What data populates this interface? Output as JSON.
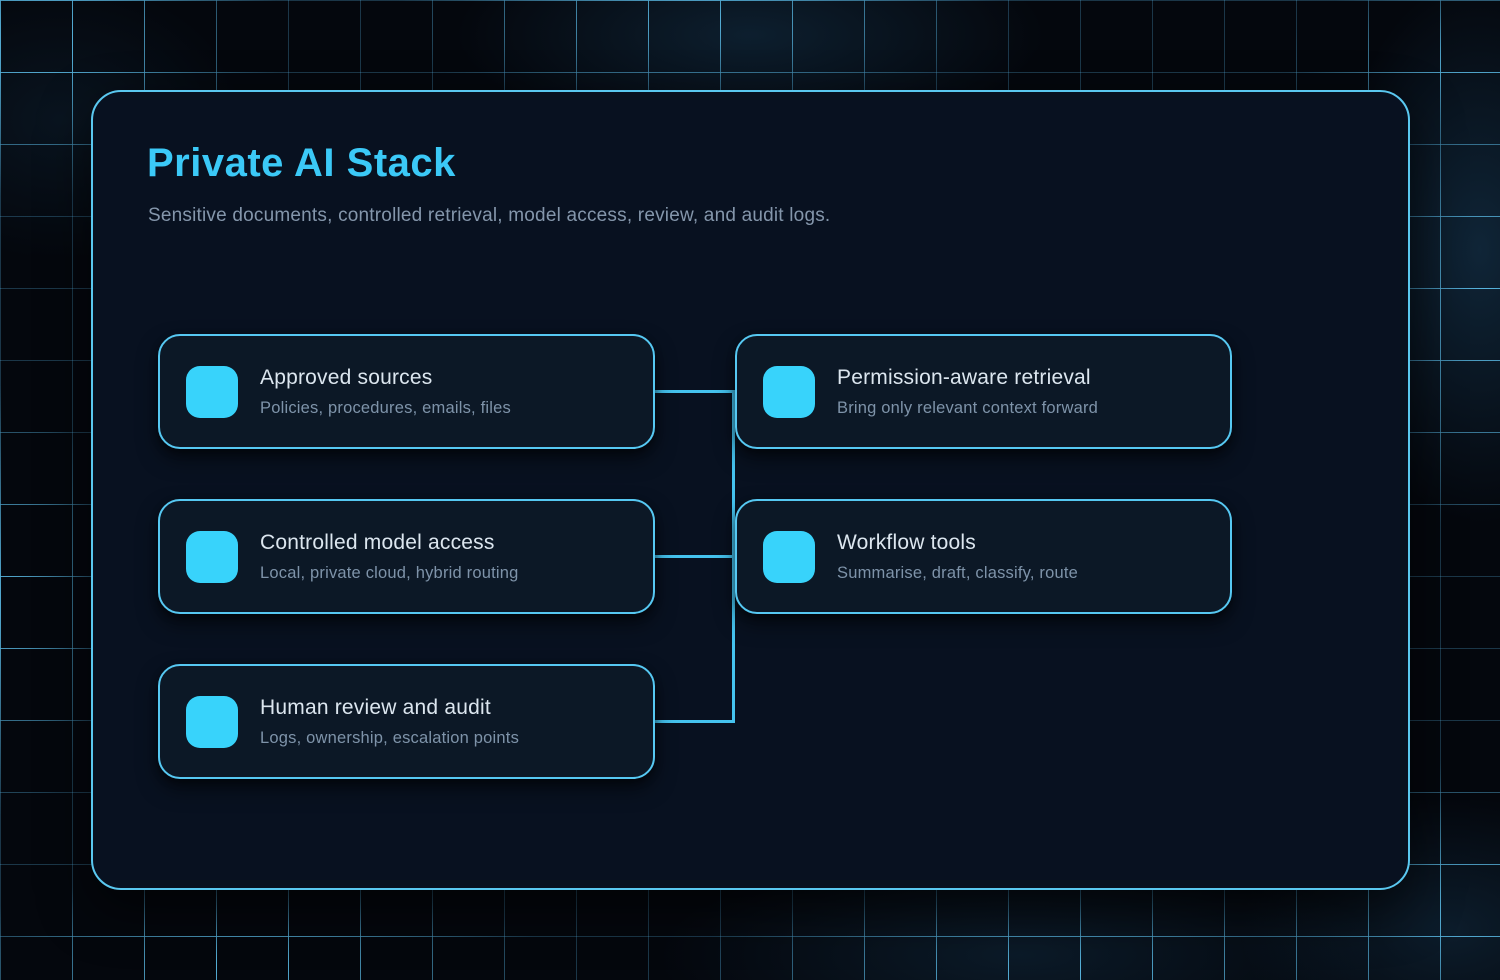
{
  "page": {
    "title": "Private AI Stack",
    "subtitle": "Sensitive documents, controlled retrieval, model access, review, and audit logs."
  },
  "cards": {
    "left": [
      {
        "title": "Approved sources",
        "subtitle": "Policies, procedures, emails, files",
        "icon": "rounded-square"
      },
      {
        "title": "Controlled model access",
        "subtitle": "Local, private cloud, hybrid routing",
        "icon": "rounded-square"
      },
      {
        "title": "Human review and audit",
        "subtitle": "Logs, ownership, escalation points",
        "icon": "rounded-square"
      }
    ],
    "right": [
      {
        "title": "Permission-aware retrieval",
        "subtitle": "Bring only relevant context forward",
        "icon": "rounded-square"
      },
      {
        "title": "Workflow tools",
        "subtitle": "Summarise, draft, classify, route",
        "icon": "rounded-square"
      }
    ]
  },
  "colors": {
    "page_bg": "#04070d",
    "panel_bg": "#081120",
    "panel_border": "#5ac8f0",
    "card_bg": "#0c1826",
    "card_border": "#56c8f2",
    "accent": "#3bc9f7",
    "icon_fill": "#38d3fb",
    "connector": "#45c3ef",
    "title_text": "#dce6ef",
    "muted_text": "#8496ab",
    "muted_text2": "#7e93a9"
  }
}
